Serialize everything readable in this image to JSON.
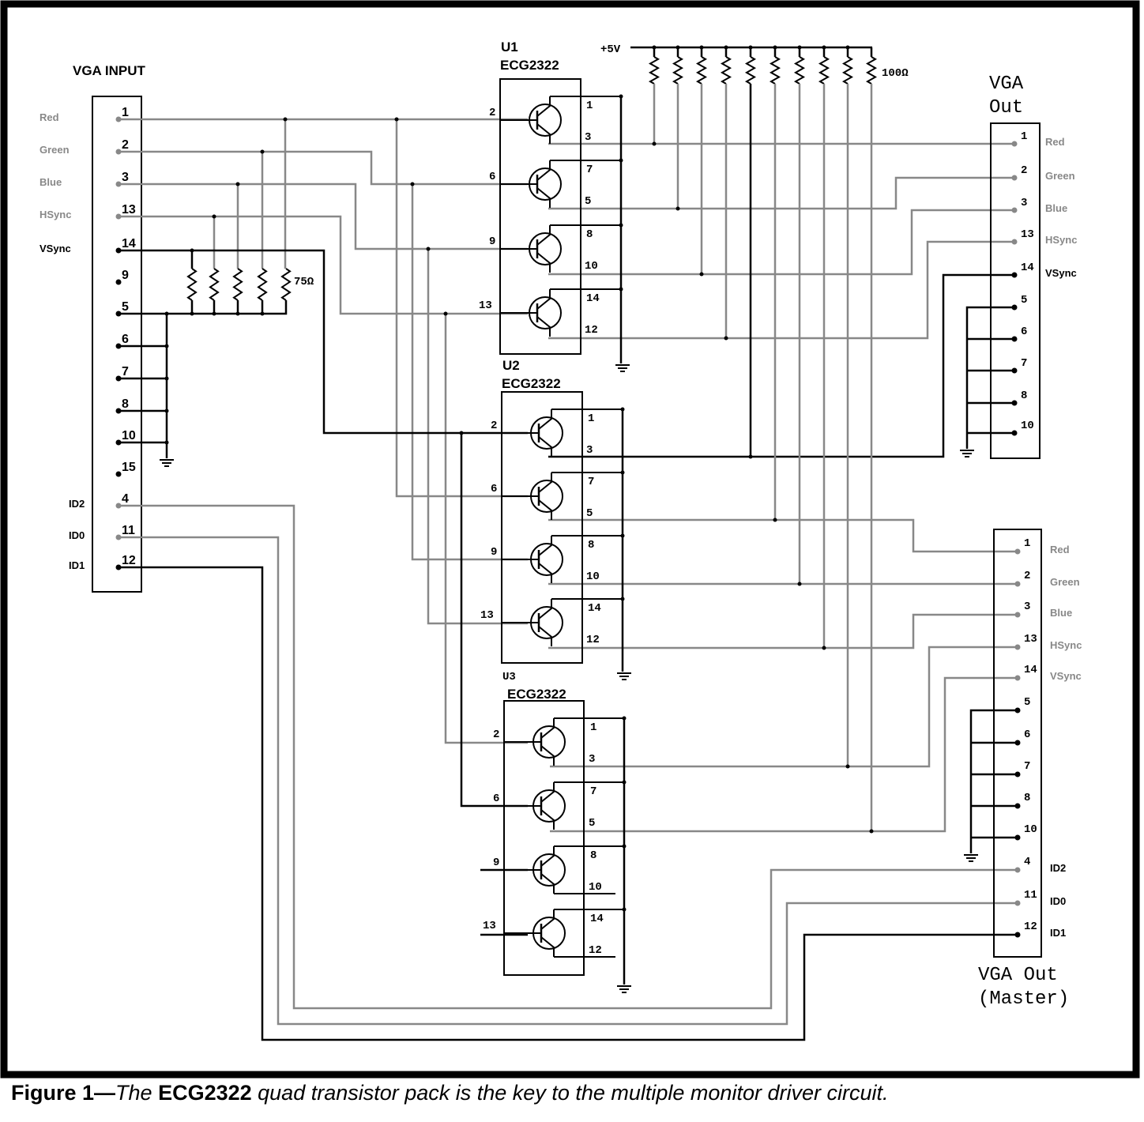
{
  "vga_input": {
    "title": "VGA INPUT",
    "pins": [
      {
        "num": "1",
        "signal": "Red"
      },
      {
        "num": "2",
        "signal": "Green"
      },
      {
        "num": "3",
        "signal": "Blue"
      },
      {
        "num": "13",
        "signal": "HSync"
      },
      {
        "num": "14",
        "signal": "VSync"
      },
      {
        "num": "9",
        "signal": ""
      },
      {
        "num": "5",
        "signal": ""
      },
      {
        "num": "6",
        "signal": ""
      },
      {
        "num": "7",
        "signal": ""
      },
      {
        "num": "8",
        "signal": ""
      },
      {
        "num": "10",
        "signal": ""
      },
      {
        "num": "15",
        "signal": ""
      },
      {
        "num": "4",
        "signal": "ID2"
      },
      {
        "num": "11",
        "signal": "ID0"
      },
      {
        "num": "12",
        "signal": "ID1"
      }
    ],
    "resistor_label": "75Ω"
  },
  "supply": {
    "label": "+5V",
    "resistor_label": "100Ω"
  },
  "chips": [
    {
      "ref": "U1",
      "part": "ECG2322"
    },
    {
      "ref": "U2",
      "part": "ECG2322"
    },
    {
      "ref": "U3",
      "part": "ECG2322"
    }
  ],
  "chip_pins": {
    "bases": [
      "2",
      "6",
      "9",
      "13"
    ],
    "top": [
      "1",
      "7",
      "8",
      "14"
    ],
    "bottom": [
      "3",
      "5",
      "10",
      "12"
    ]
  },
  "vga_out1": {
    "title_line1": "VGA",
    "title_line2": "Out",
    "pins": [
      {
        "num": "1",
        "signal": "Red"
      },
      {
        "num": "2",
        "signal": "Green"
      },
      {
        "num": "3",
        "signal": "Blue"
      },
      {
        "num": "13",
        "signal": "HSync"
      },
      {
        "num": "14",
        "signal": "VSync"
      },
      {
        "num": "5",
        "signal": ""
      },
      {
        "num": "6",
        "signal": ""
      },
      {
        "num": "7",
        "signal": ""
      },
      {
        "num": "8",
        "signal": ""
      },
      {
        "num": "10",
        "signal": ""
      }
    ]
  },
  "vga_out_master": {
    "title_line1": "VGA Out",
    "title_line2": "(Master)",
    "pins": [
      {
        "num": "1",
        "signal": "Red"
      },
      {
        "num": "2",
        "signal": "Green"
      },
      {
        "num": "3",
        "signal": "Blue"
      },
      {
        "num": "13",
        "signal": "HSync"
      },
      {
        "num": "14",
        "signal": "VSync"
      },
      {
        "num": "5",
        "signal": ""
      },
      {
        "num": "6",
        "signal": ""
      },
      {
        "num": "7",
        "signal": ""
      },
      {
        "num": "8",
        "signal": ""
      },
      {
        "num": "10",
        "signal": ""
      },
      {
        "num": "4",
        "signal": "ID2"
      },
      {
        "num": "11",
        "signal": "ID0"
      },
      {
        "num": "12",
        "signal": "ID1"
      }
    ]
  },
  "caption": {
    "figure": "Figure 1—",
    "text_a": "The ",
    "part": "ECG2322",
    "text_b": " quad transistor pack is the key to the multiple monitor driver circuit."
  }
}
